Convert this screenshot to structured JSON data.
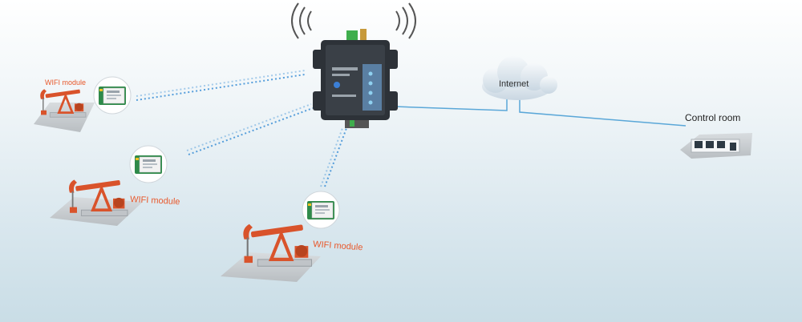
{
  "labels": {
    "internet": "Internet",
    "control_room": "Control room",
    "wifi_modules": [
      "WIFI module",
      "WIFI module",
      "WIFI module"
    ]
  },
  "colors": {
    "wifi_label": "#e8582b",
    "pumpjack": "#d9532b",
    "signal_wave": "#3b8fd6",
    "network_line": "#5aa7d8",
    "converter_body": "#2d3238",
    "cloud": "#e6eef4"
  }
}
